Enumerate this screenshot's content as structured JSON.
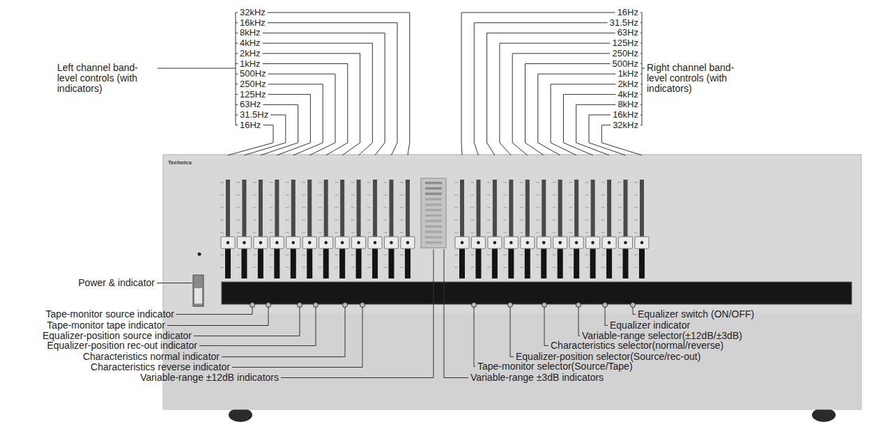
{
  "diagram": {
    "labels": [
      "Left channel band-level controls (with indicators)",
      "32kHz",
      "16kHz",
      "8kHz",
      "4kHz",
      "2kHz",
      "1kHz",
      "500Hz",
      "250Hz",
      "125Hz",
      "63Hz",
      "31.5Hz",
      "16Hz",
      "16Hz",
      "31.5Hz",
      "63Hz",
      "125Hz",
      "250Hz",
      "500Hz",
      "1kHz",
      "2kHz",
      "4kHz",
      "8kHz",
      "16kHz",
      "32kHz",
      "Right channel band-level controls (with indicators)",
      "Technics",
      "Power & indicator",
      "Tape-monitor source indicator",
      "Tape-monitor tape indicator",
      "Equalizer-position source indicator",
      "Equalizer-position rec-out indicator",
      "Characteristics normal indicator",
      "Characteristics reverse indicator",
      "Variable-range ±12dB indicators",
      "Equalizer switch (ON/OFF)",
      "Equalizer indicator",
      "Variable-range selector(±12dB/±3dB)",
      "Characteristics selector(normal/reverse)",
      "Equalizer-position selector(Source/rec-out)",
      "Tape-monitor selector(Source/Tape)",
      "Variable-range ±3dB indicators"
    ]
  }
}
